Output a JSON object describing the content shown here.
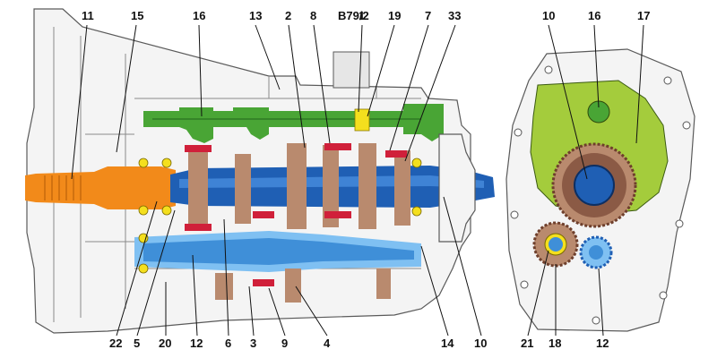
{
  "diagram": {
    "colors": {
      "input_shaft": "#f28a1a",
      "main_shaft": "#1f5fb4",
      "main_shaft_light": "#4b8fe0",
      "countershaft": "#3f8fd8",
      "countershaft_light": "#7fc0f2",
      "gear_bronze": "#b98a6e",
      "gear_bronze_dark": "#8b5a45",
      "synchro_red": "#d0203a",
      "shift_rail": "#49a535",
      "shift_rail_dark": "#2f7a25",
      "cover_green": "#a4cc3c",
      "sensor_yellow": "#f4df1e",
      "housing": "#f2f2f2",
      "outline": "#555555"
    },
    "header_code": "B79/2",
    "top_labels": [
      "11",
      "15",
      "16",
      "13",
      "2",
      "8",
      "1",
      "19",
      "7",
      "33",
      "10",
      "16",
      "17"
    ],
    "bottom_labels": [
      "22",
      "5",
      "20",
      "12",
      "6",
      "3",
      "9",
      "4",
      "14",
      "10",
      "21",
      "18",
      "12"
    ]
  }
}
